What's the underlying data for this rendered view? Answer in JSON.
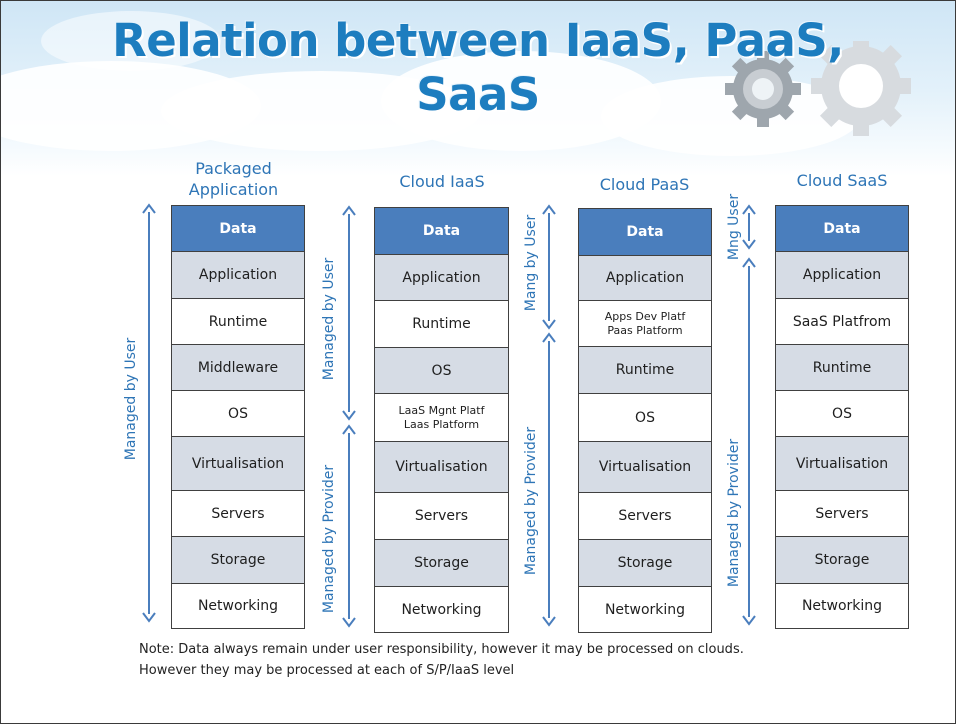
{
  "title": {
    "line1": "Relation between IaaS, PaaS,",
    "line2": "SaaS"
  },
  "icons": {
    "gears": "gears-icon"
  },
  "colors": {
    "title": "#1d7dbf",
    "accent": "#2e75b6",
    "data_cell": "#4a7ebd",
    "grey_cell": "#d6dce5",
    "white_cell": "#ffffff"
  },
  "columns": [
    {
      "header": [
        "Packaged",
        "Application"
      ],
      "layers": [
        "Data",
        "Application",
        "Runtime",
        "Middleware",
        "OS",
        "Virtualisation",
        "Servers",
        "Storage",
        "Networking"
      ],
      "labels": [
        "Managed by User"
      ]
    },
    {
      "header": [
        "Cloud IaaS"
      ],
      "layers": [
        "Data",
        "Application",
        "Runtime",
        "OS",
        "LaaS Mgnt Platf\nLaas Platform",
        "Virtualisation",
        "Servers",
        "Storage",
        "Networking"
      ],
      "labels": [
        "Managed by User",
        "Managed by Provider"
      ]
    },
    {
      "header": [
        "Cloud PaaS"
      ],
      "layers": [
        "Data",
        "Application",
        "Apps Dev Platf\nPaas Platform",
        "Runtime",
        "OS",
        "Virtualisation",
        "Servers",
        "Storage",
        "Networking"
      ],
      "labels": [
        "Mang by User",
        "Managed by Provider"
      ]
    },
    {
      "header": [
        "Cloud SaaS"
      ],
      "layers": [
        "Data",
        "Application",
        "SaaS Platfrom",
        "Runtime",
        "OS",
        "Virtualisation",
        "Servers",
        "Storage",
        "Networking"
      ],
      "labels": [
        "Mng User",
        "Managed by Provider"
      ]
    }
  ],
  "note": {
    "line1": "Note: Data always remain under user responsibility, however it may be processed on clouds.",
    "line2": "However they may be processed at each of S/P/IaaS level"
  }
}
